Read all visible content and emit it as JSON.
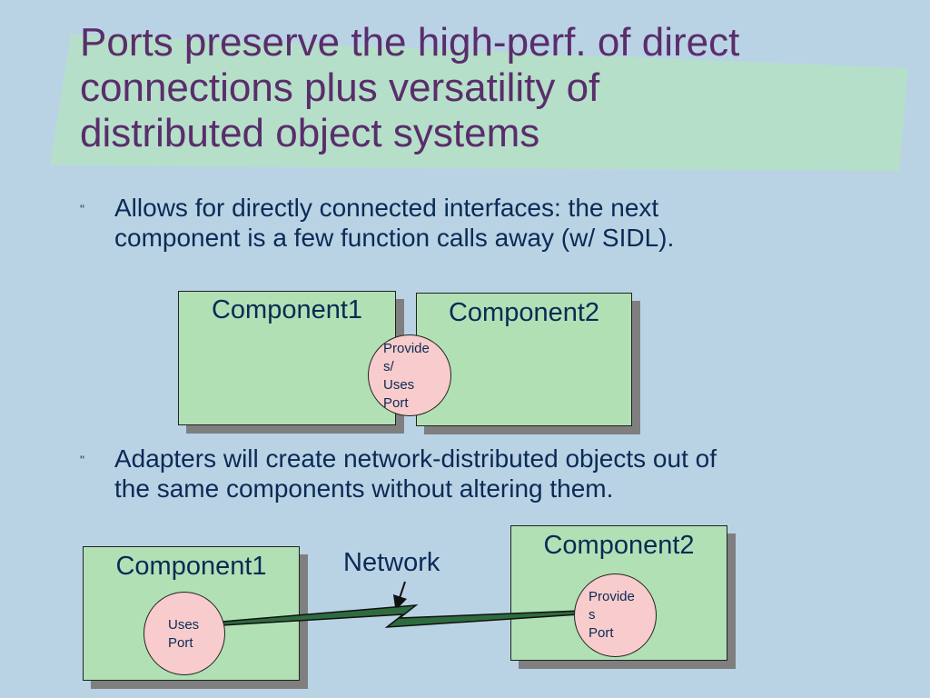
{
  "slide": {
    "title_lines": [
      "Ports preserve the high-perf. of direct",
      "connections plus versatility of",
      "distributed object systems"
    ],
    "bullet_mark": "\"",
    "bullets": [
      {
        "lines": [
          "Allows for directly connected interfaces: the next",
          "component is a few function calls away (w/ SIDL)."
        ]
      },
      {
        "lines": [
          "Adapters will create network-distributed objects out of",
          "the same components without altering them."
        ]
      }
    ]
  },
  "diagram1": {
    "component1_label": "Component1",
    "component2_label": "Component2",
    "port_lines": [
      "Provide",
      "s/",
      "Uses",
      "Port"
    ]
  },
  "diagram2": {
    "component1_label": "Component1",
    "component2_label": "Component2",
    "network_label": "Network",
    "uses_port_lines": [
      "Uses",
      "Port"
    ],
    "provides_port_lines": [
      "Provide",
      "s",
      "Port"
    ]
  },
  "colors": {
    "background": "#b9d3e5",
    "title_band": "#b5dfc9",
    "title_text": "#5a2d6b",
    "component_fill": "#b2e0b5",
    "port_fill": "#f8cccc",
    "network_fill": "#2e6b3e"
  }
}
